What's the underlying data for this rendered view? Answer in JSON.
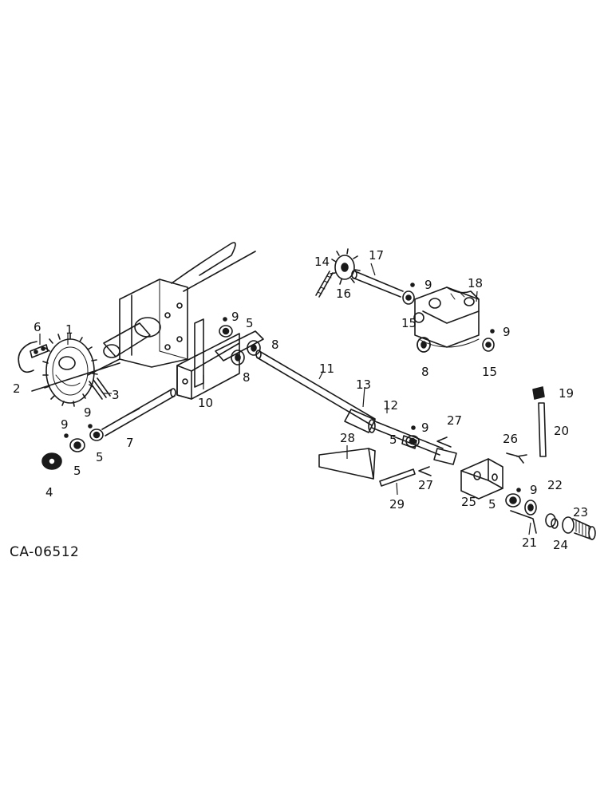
{
  "document_id": "CA-06512",
  "callouts": {
    "c1": "1",
    "c2": "2",
    "c3": "3",
    "c4": "4",
    "c5a": "5",
    "c5b": "5",
    "c5c": "5",
    "c5d": "5",
    "c5e": "5",
    "c6": "6",
    "c7": "7",
    "c8a": "8",
    "c8b": "8",
    "c8c": "8",
    "c9a": "9",
    "c9b": "9",
    "c9c": "9",
    "c9d": "9",
    "c9e": "9",
    "c9f": "9",
    "c9g": "9",
    "c10": "10",
    "c11": "11",
    "c12": "12",
    "c13": "13",
    "c14": "14",
    "c15a": "15",
    "c15b": "15",
    "c16": "16",
    "c17": "17",
    "c18": "18",
    "c19": "19",
    "c20": "20",
    "c21": "21",
    "c22": "22",
    "c23": "23",
    "c24": "24",
    "c25": "25",
    "c26": "26",
    "c27a": "27",
    "c27b": "27",
    "c28": "28",
    "c29": "29"
  }
}
